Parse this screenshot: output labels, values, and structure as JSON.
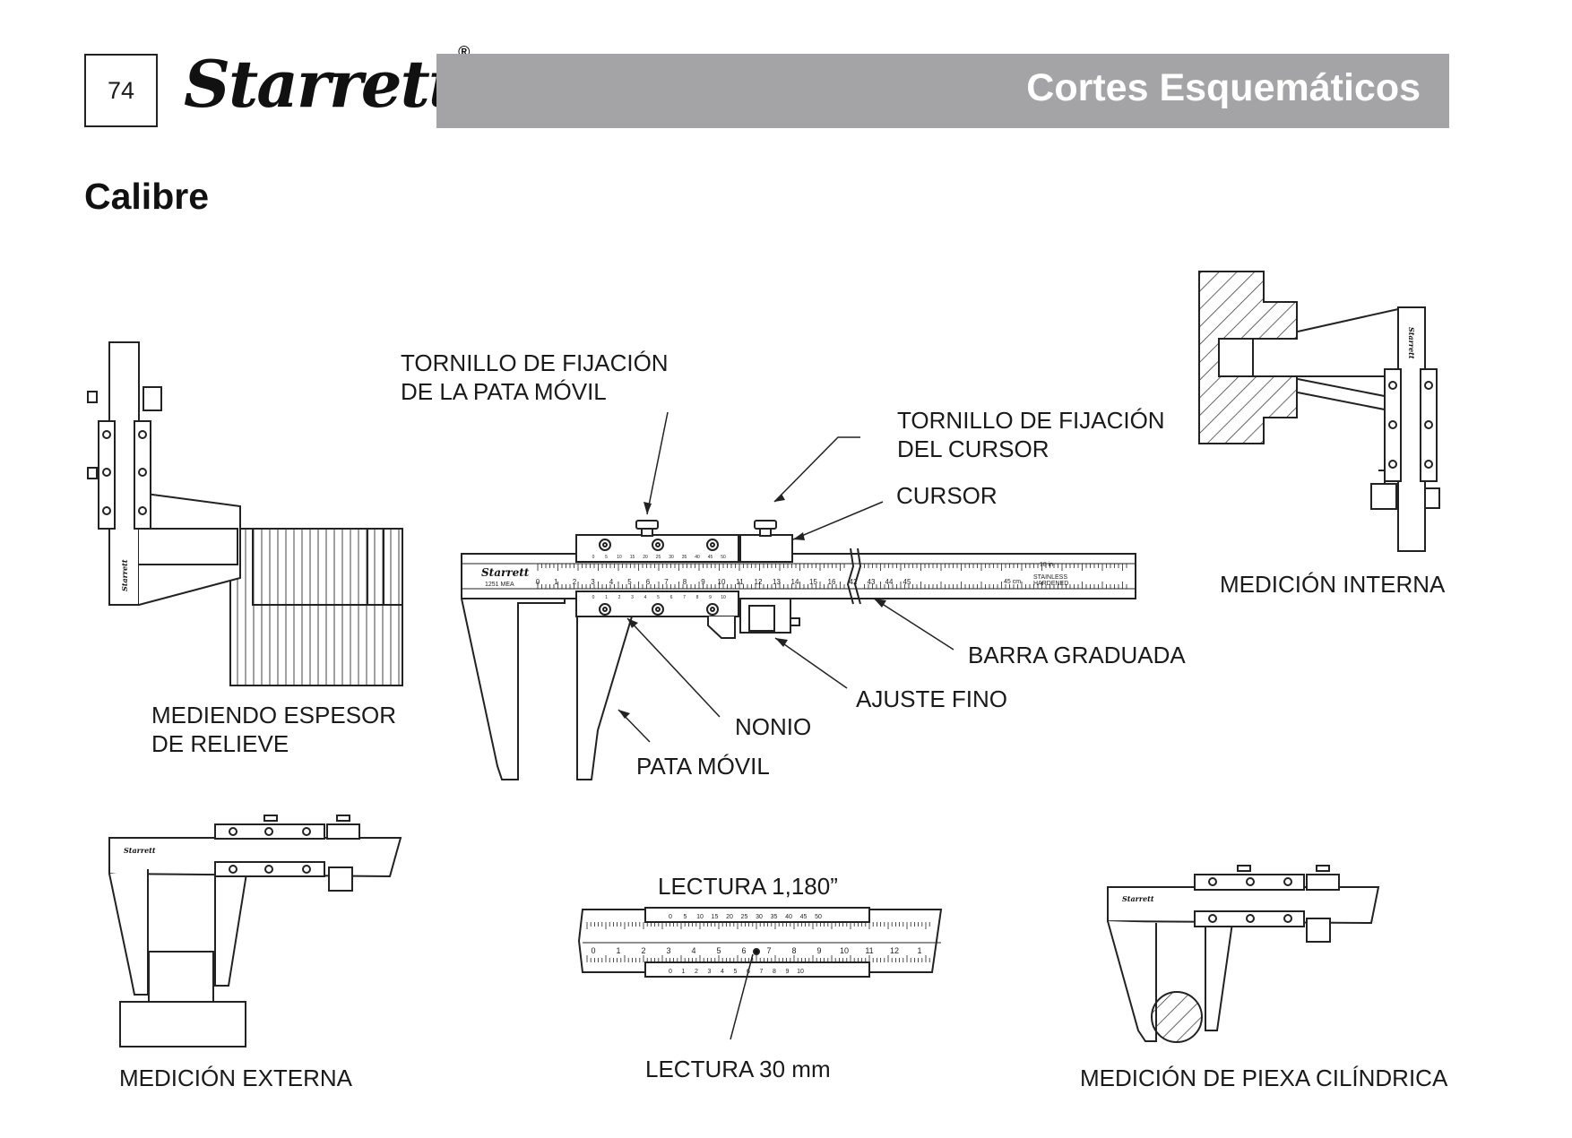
{
  "header": {
    "page_number": "74",
    "logo_text": "Starrett",
    "logo_mark": "®",
    "banner_title": "Cortes Esquemáticos"
  },
  "section_title": "Calibre",
  "labels": {
    "tornillo_pata_1": "TORNILLO DE FIJACIÓN",
    "tornillo_pata_2": "DE LA PATA MÓVIL",
    "tornillo_cursor_1": "TORNILLO DE FIJACIÓN",
    "tornillo_cursor_2": "DEL CURSOR",
    "cursor": "CURSOR",
    "barra": "BARRA GRADUADA",
    "ajuste": "AJUSTE FINO",
    "nonio": "NONIO",
    "pata": "PATA MÓVIL"
  },
  "captions": {
    "relieve_1": "MEDIENDO ESPESOR",
    "relieve_2": "DE RELIEVE",
    "interna": "MEDICIÓN INTERNA",
    "externa": "MEDICIÓN EXTERNA",
    "lectura_in": "LECTURA 1,180”",
    "lectura_mm": "LECTURA 30 mm",
    "cilindrica": "MEDICIÓN DE PIEXA CILÍNDRICA"
  },
  "caliper_markings": {
    "brand": "Starrett",
    "model": "1251 MEA",
    "inch_end": "18 in",
    "cm_end": "45 cm",
    "stainless": "STAINLESS",
    "hardened": "HARDENED",
    "main_numbers": [
      "0",
      "1",
      "2",
      "3",
      "4",
      "5",
      "6",
      "7",
      "8",
      "9",
      "10",
      "11",
      "12",
      "13",
      "14",
      "15",
      "16"
    ],
    "tail_numbers": [
      "42",
      "43",
      "44",
      "45"
    ],
    "vernier_top": [
      "0",
      "5",
      "10",
      "15",
      "20",
      "25",
      "30",
      "35",
      "40",
      "45",
      "50"
    ],
    "vernier_bottom": [
      "0",
      "1",
      "2",
      "3",
      "4",
      "5",
      "6",
      "7",
      "8",
      "9",
      "10"
    ]
  },
  "reading_scale": {
    "vernier_top": [
      "0",
      "5",
      "10",
      "15",
      "20",
      "25",
      "30",
      "35",
      "40",
      "45",
      "50"
    ],
    "main_numbers": [
      "0",
      "1",
      "2",
      "3",
      "4",
      "5",
      "6",
      "7",
      "8",
      "9",
      "10",
      "11",
      "12",
      "1"
    ],
    "vernier_bottom": [
      "0",
      "1",
      "2",
      "3",
      "4",
      "5",
      "6",
      "7",
      "8",
      "9",
      "10"
    ]
  },
  "colors": {
    "banner": "#a4a4a6",
    "ink": "#1a1a1a"
  }
}
